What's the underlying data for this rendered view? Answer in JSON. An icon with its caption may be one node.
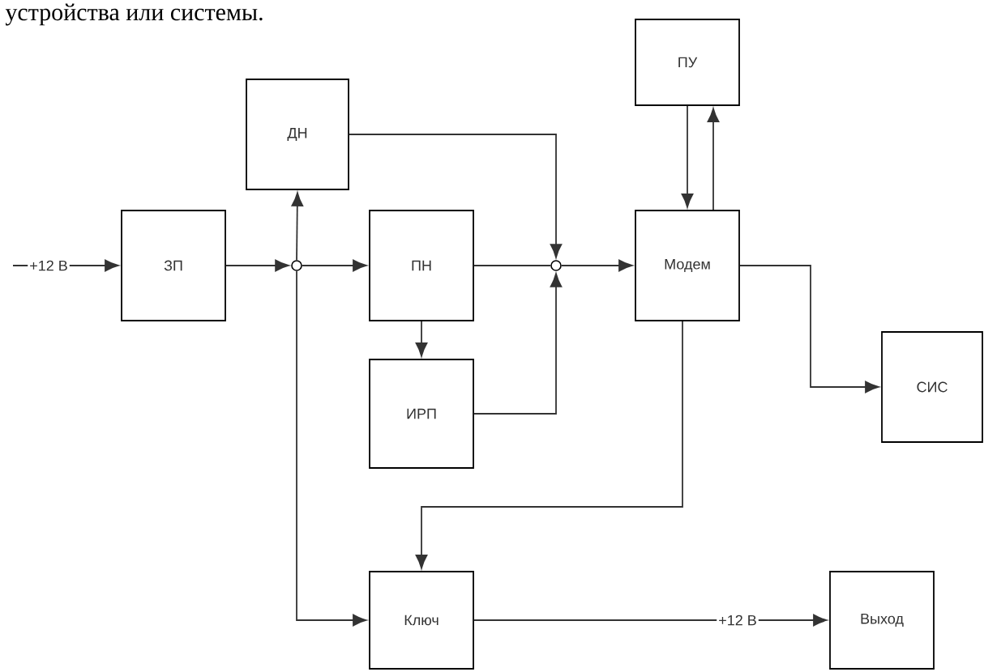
{
  "diagram": {
    "nodes": [
      {
        "text": [
          "ПУ"
        ]
      },
      {
        "text": [
          "ДН"
        ]
      },
      {
        "text": [
          "ЗП"
        ]
      },
      {
        "text": [],
        "shape": "circle"
      },
      {
        "text": [
          "ПН"
        ]
      },
      {
        "text": [],
        "shape": "circle"
      },
      {
        "text": [
          "Модем"
        ]
      },
      {
        "text": [
          "СИС"
        ]
      },
      {
        "text": [
          "ИРП"
        ]
      },
      {
        "text": [
          "Ключ"
        ]
      },
      {
        "text": [
          "Выход"
        ]
      }
    ],
    "edges": [
      {
        "from": null,
        "to": 2,
        "arrow": "to",
        "label": "+12 В"
      },
      {
        "from": 2,
        "to": 3,
        "arrow": "to"
      },
      {
        "from": 3,
        "to": 1,
        "arrow": "to"
      },
      {
        "from": 3,
        "to": 4,
        "arrow": "to"
      },
      {
        "from": 3,
        "to": 9,
        "arrow": "to"
      },
      {
        "from": 4,
        "to": 8,
        "arrow": "to"
      },
      {
        "from": 1,
        "to": 5,
        "arrow": "to"
      },
      {
        "from": 4,
        "to": 5,
        "arrow": "none"
      },
      {
        "from": 8,
        "to": 5,
        "arrow": "to"
      },
      {
        "from": 5,
        "to": 6,
        "arrow": "to"
      },
      {
        "from": 0,
        "to": 6,
        "arrow": "to"
      },
      {
        "from": 6,
        "to": 0,
        "arrow": "to"
      },
      {
        "from": 6,
        "to": 7,
        "arrow": "to"
      },
      {
        "from": 6,
        "to": 9,
        "arrow": "to"
      },
      {
        "from": 9,
        "to": 10,
        "arrow": "to",
        "label": "+12 В"
      }
    ],
    "labels": [
      "устройства или системы."
    ]
  }
}
